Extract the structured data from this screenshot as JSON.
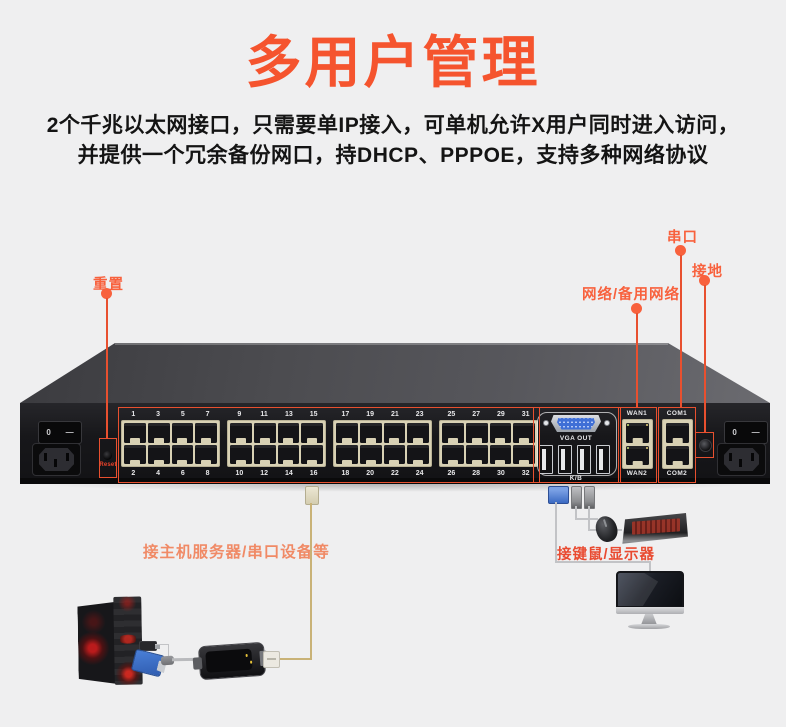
{
  "title": "多用户管理",
  "description": [
    "2个千兆以太网接口，只需要单IP接入，可单机允许X用户同时进入访问，",
    "并提供一个冗余备份网口，持DHCP、PPPOE，支持多种网络协议"
  ],
  "callouts": {
    "reset": "重置",
    "network": "网络/备用网络",
    "serial": "串口",
    "ground": "接地",
    "host_devices": "接主机服务器/串口设备等",
    "kvm_devices": "接键鼠/显示器"
  },
  "device": {
    "reset_label": "Reset",
    "vga_label": "VGA OUT",
    "kb_label": "K/B",
    "wan_top": "WAN1",
    "wan_bottom": "WAN2",
    "com_top": "COM1",
    "com_bottom": "COM2",
    "switch_off": "0",
    "switch_on": "—",
    "port_numbers_top": [
      "1",
      "3",
      "5",
      "7",
      "9",
      "11",
      "13",
      "15",
      "17",
      "19",
      "21",
      "23",
      "25",
      "27",
      "29",
      "31"
    ],
    "port_numbers_bottom": [
      "2",
      "4",
      "6",
      "8",
      "10",
      "12",
      "14",
      "16",
      "18",
      "20",
      "22",
      "24",
      "26",
      "28",
      "30",
      "32"
    ]
  },
  "colors": {
    "accent_title": "#f5542e",
    "callout_orange": "#f8613d",
    "outline_red": "#e8502f",
    "host_label": "#f08a66",
    "kvm_label": "#e94a30",
    "port_beige": "#d8d1b4",
    "cable_tan": "#c9b277",
    "vga_blue": "#3f6fd6"
  }
}
